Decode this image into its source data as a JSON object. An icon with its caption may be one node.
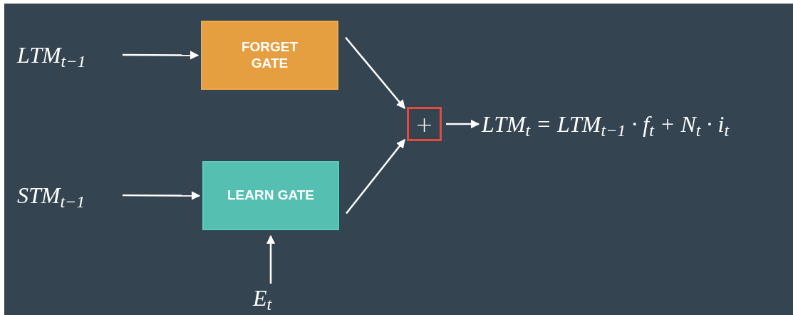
{
  "diagram": {
    "nodes": [
      {
        "text": [
          "LTM$_{t−1}$"
        ]
      },
      {
        "text": [
          "FORGET GATE"
        ]
      },
      {
        "text": [
          "STM$_{t−1}$"
        ]
      },
      {
        "text": [
          "LEARN GATE"
        ]
      },
      {
        "text": [
          "E$_{t}$"
        ]
      },
      {
        "text": [
          "+"
        ]
      },
      {
        "text": [
          "LTM$_{t}$ = LTM$_{t−1}$ · f$_{t}$ + N$_{t}$ · i$_{t}$"
        ]
      }
    ],
    "edges": [
      {
        "from": 0,
        "to": 1,
        "arrow": "to"
      },
      {
        "from": 2,
        "to": 3,
        "arrow": "to"
      },
      {
        "from": 4,
        "to": 3,
        "arrow": "to"
      },
      {
        "from": 1,
        "to": 5,
        "arrow": "to"
      },
      {
        "from": 3,
        "to": 5,
        "arrow": "to"
      },
      {
        "from": 5,
        "to": 6,
        "arrow": "to"
      }
    ]
  }
}
